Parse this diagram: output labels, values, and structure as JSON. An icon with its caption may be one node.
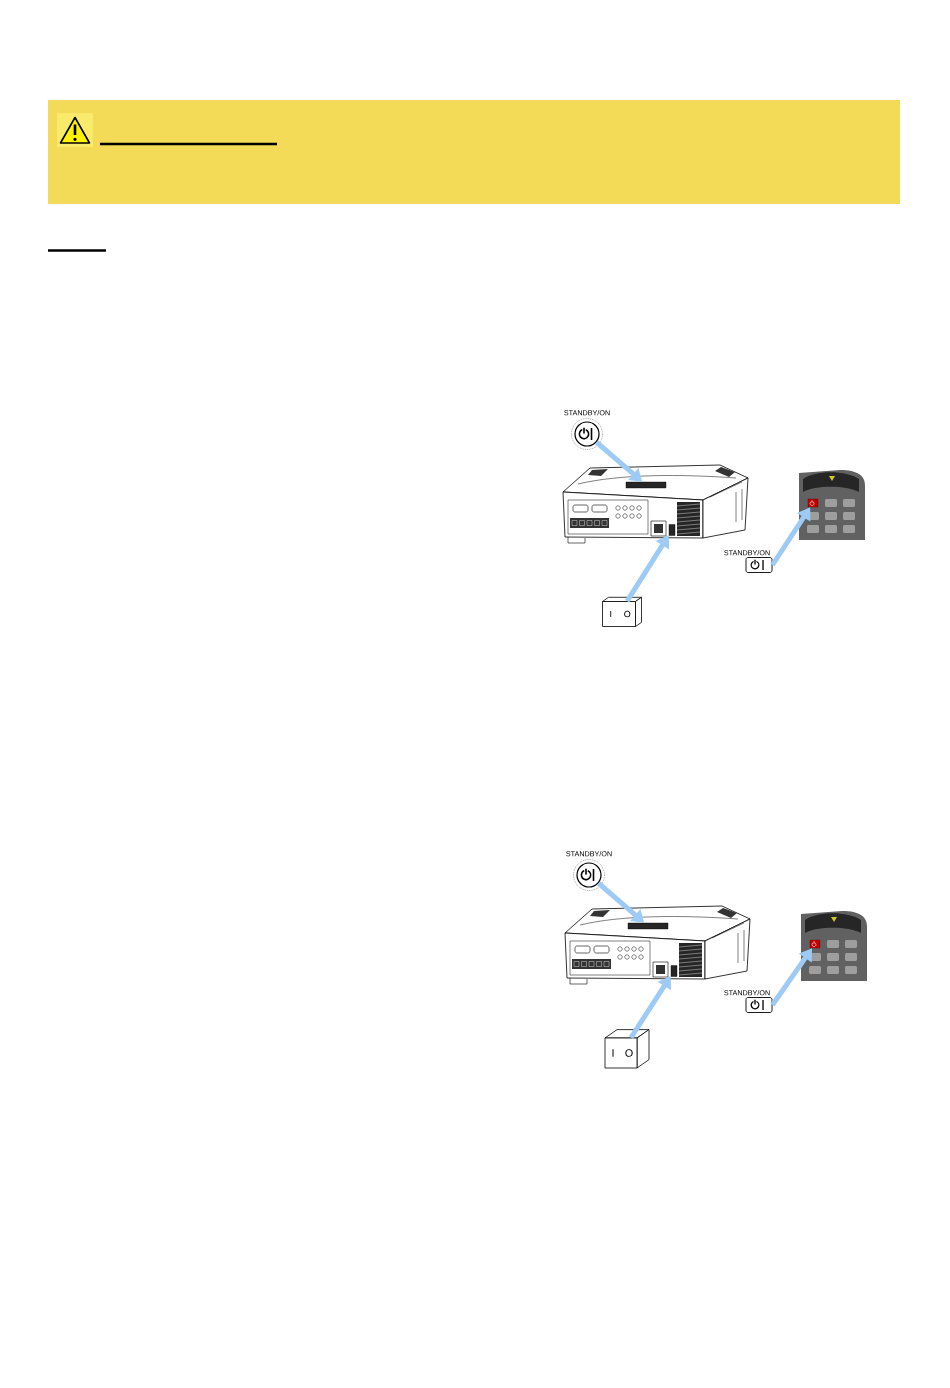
{
  "diagram": {
    "nodes": [
      {
        "text": [
          "STANDBY/ON"
        ]
      },
      {
        "text": [],
        "shape": "picture"
      },
      {
        "text": [],
        "shape": "box",
        "in": 1
      },
      {
        "text": [],
        "shape": "box",
        "in": 1
      },
      {
        "text": [],
        "shape": "picture"
      },
      {
        "text": [],
        "shape": "box",
        "in": 4
      },
      {
        "text": [
          "STANDBY/ON"
        ]
      },
      {
        "text": [
          "I",
          "O"
        ]
      },
      {
        "text": [
          "STANDBY/ON"
        ]
      },
      {
        "text": [],
        "shape": "picture"
      },
      {
        "text": [],
        "shape": "box",
        "in": 9
      },
      {
        "text": [],
        "shape": "box",
        "in": 9
      },
      {
        "text": [],
        "shape": "picture"
      },
      {
        "text": [],
        "shape": "box",
        "in": 12
      },
      {
        "text": [
          "STANDBY/ON"
        ]
      },
      {
        "text": [
          "I",
          "O"
        ]
      }
    ],
    "edges": [
      {
        "from": 0,
        "to": 2,
        "arrow": "to"
      },
      {
        "from": 7,
        "to": 3,
        "arrow": "to"
      },
      {
        "from": 6,
        "to": 5,
        "arrow": "to"
      },
      {
        "from": 8,
        "to": 10,
        "arrow": "to"
      },
      {
        "from": 15,
        "to": 11,
        "arrow": "to"
      },
      {
        "from": 14,
        "to": 13,
        "arrow": "to"
      }
    ]
  }
}
